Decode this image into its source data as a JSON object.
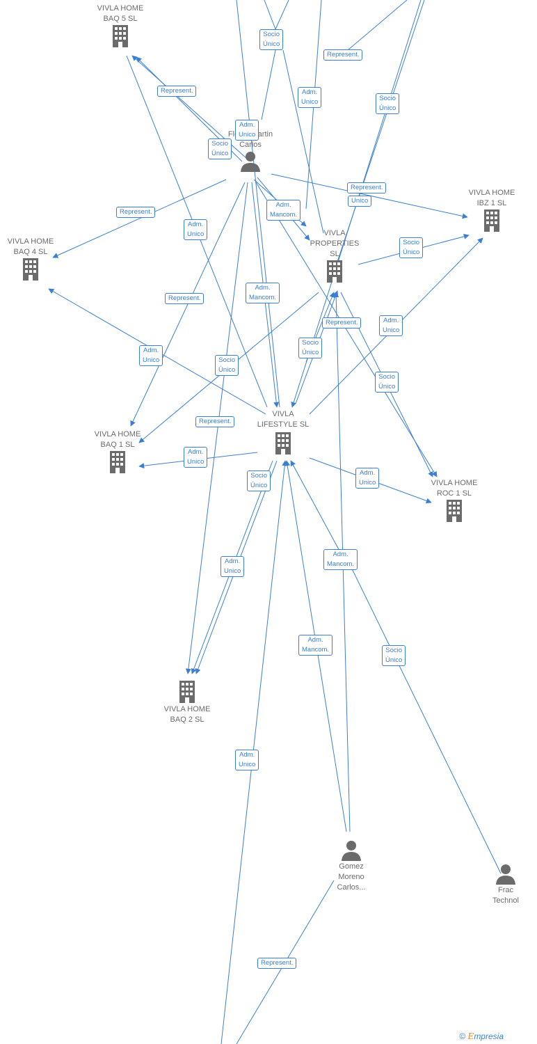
{
  "colors": {
    "edge": "#3a7fd5",
    "node_icon": "#6b6b6b",
    "node_text": "#6b6b6b",
    "logo_accent": "#e08a1e"
  },
  "nodes": {
    "baq5": {
      "label": "VIVLA HOME\nBAQ 5  SL",
      "icon": "building-icon"
    },
    "ibz1": {
      "label": "VIVLA HOME\nIBZ 1  SL",
      "icon": "building-icon"
    },
    "baq4": {
      "label": "VIVLA HOME\nBAQ 4  SL",
      "icon": "building-icon"
    },
    "properties": {
      "label": "VIVLA\nPROPERTIES\nSL",
      "icon": "building-icon"
    },
    "lifestyle": {
      "label": "VIVLA\nLIFESTYLE  SL",
      "icon": "building-icon"
    },
    "baq1": {
      "label": "VIVLA HOME\nBAQ 1  SL",
      "icon": "building-icon"
    },
    "roc1": {
      "label": "VIVLA HOME\nROC 1  SL",
      "icon": "building-icon"
    },
    "baq2": {
      "label": "VIVLA HOME\nBAQ 2  SL",
      "icon": "building-icon"
    },
    "flores": {
      "label": "Flores Martin\nCarlos",
      "icon": "person-icon"
    },
    "gomez": {
      "label": "Gomez\nMoreno\nCarlos...",
      "icon": "person-icon"
    },
    "frac": {
      "label": "Frac\nTechnol",
      "icon": "person-icon"
    }
  },
  "edge_labels": [
    "Socio\nÚnico",
    "Represent.",
    "Adm.\nUnico",
    "Socio\nÚnico",
    "Represent.",
    "Adm.\nUnico",
    "Socio\nÚnico",
    "Represent.",
    "Unico",
    "Adm.\nMancom.",
    "Represent.",
    "Adm.\nUnico",
    "Socio\nÚnico",
    "Adm.\nMancom.",
    "Represent.",
    "Represent.",
    "Adm.\nUnico",
    "Socio\nÚnico",
    "Adm.\nUnico",
    "Socio\nÚnico",
    "Socio\nÚnico",
    "Represent.",
    "Adm.\nUnico",
    "Adm.\nUnico",
    "Socio\nÚnico",
    "Adm.\nUnico",
    "Adm.\nMancom.",
    "Adm.\nMancom.",
    "Socio\nÚnico",
    "Adm.\nUnico",
    "Represent."
  ],
  "logo": {
    "copyright": "©",
    "brand_initial": "E",
    "brand_rest": "mpresia"
  }
}
